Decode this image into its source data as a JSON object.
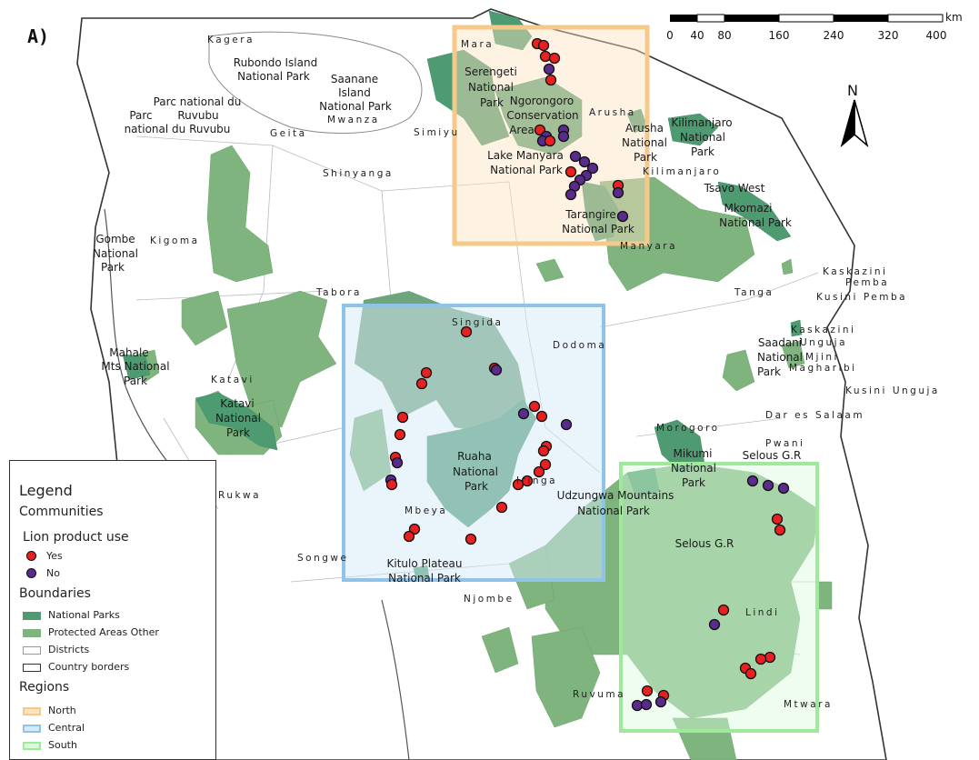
{
  "panel_label": "A)",
  "scale_bar": {
    "ticks": [
      "0",
      "40",
      "80",
      "160",
      "240",
      "320",
      "400"
    ],
    "unit": "km"
  },
  "north_arrow": {
    "label": "N"
  },
  "legend": {
    "title": "Legend",
    "communities": "Communities",
    "lion_product_use": "Lion product use",
    "yes": "Yes",
    "no": "No",
    "boundaries": "Boundaries",
    "national_parks": "National Parks",
    "protected_areas_other": "Protected Areas Other",
    "districts": "Districts",
    "country_borders": "Country borders",
    "regions": "Regions",
    "north": "North",
    "central": "Central",
    "south": "South"
  },
  "colors": {
    "national_park": "#4e9b72",
    "protected_other": "#7fb47f",
    "yes": "#e8201f",
    "no": "#5a2a8c",
    "north_box": "#f5c98a",
    "central_box": "#8fc3ea",
    "south_box": "#9fea9a"
  },
  "park_labels": {
    "rubondo": "Rubondo Island",
    "rubondo2": "National Park",
    "saanane": "Saanane",
    "saanane2": "Island",
    "saanane3": "National Park",
    "ruvubu": "Parc national du",
    "ruvubu2": "Ruvubu",
    "ruvubu3": "Parc",
    "ruvubu4": "national du Ruvubu",
    "serengeti": "Serengeti",
    "serengeti2": "National",
    "serengeti3": "Park",
    "ngorongoro": "Ngorongoro",
    "ngorongoro2": "Conservation",
    "ngorongoro3": "Area",
    "manyara": "Lake Manyara",
    "manyara2": "National Park",
    "arusha": "Arusha",
    "arusha2": "National",
    "arusha3": "Park",
    "kilimanjaro": "Kilimanjaro",
    "kilimanjaro2": "National",
    "kilimanjaro3": "Park",
    "tsavo": "Tsavo West",
    "mkomazi": "Mkomazi",
    "mkomazi2": "National Park",
    "tarangire": "Tarangire",
    "tarangire2": "National Park",
    "gombe": "Gombe",
    "gombe2": "National",
    "gombe3": "Park",
    "mahale": "Mahale",
    "mahale2": "Mts National",
    "mahale3": "Park",
    "katavi": "Katavi",
    "katavi2": "National",
    "katavi3": "Park",
    "ruaha": "Ruaha",
    "ruaha2": "National",
    "ruaha3": "Park",
    "udzungwa": "Udzungwa Mountains",
    "udzungwa2": "National Park",
    "kitulo": "Kitulo Plateau",
    "kitulo2": "National Park",
    "mikumi": "Mikumi",
    "mikumi2": "National",
    "mikumi3": "Park",
    "selous_gr": "Selous G.R",
    "selous_gr2": "Selous G.R",
    "saadani": "Saadani",
    "saadani2": "National",
    "saadani3": "Park"
  },
  "region_labels": {
    "kagera": "Kagera",
    "mara": "Mara",
    "mwanza": "Mwanza",
    "geita": "Geita",
    "simiyu": "Simiyu",
    "arusha": "Arusha",
    "shinyanga": "Shinyanga",
    "kilimanjaro": "Kilimanjaro",
    "kigoma": "Kigoma",
    "manyara": "Manyara",
    "tabora": "Tabora",
    "tanga": "Tanga",
    "kaskazini_pemba": "Kaskazini",
    "kaskazini_pemba2": "Pemba",
    "kusini_pemba": "Kusini Pemba",
    "singida": "Singida",
    "dodoma": "Dodoma",
    "kaskazini_unguja": "Kaskazini",
    "kaskazini_unguja2": "Unguja",
    "mjini": "Mjini",
    "magharibi": "Magharibi",
    "kusini_unguja": "Kusini Unguja",
    "katavi": "Katavi",
    "dar": "Dar es Salaam",
    "morogoro": "Morogoro",
    "pwani": "Pwani",
    "rukwa": "Rukwa",
    "iringa": "Iringa",
    "mbeya": "Mbeya",
    "songwe": "Songwe",
    "njombe": "Njombe",
    "lindi": "Lindi",
    "ruvuma": "Ruvuma",
    "mtwara": "Mtwara"
  }
}
